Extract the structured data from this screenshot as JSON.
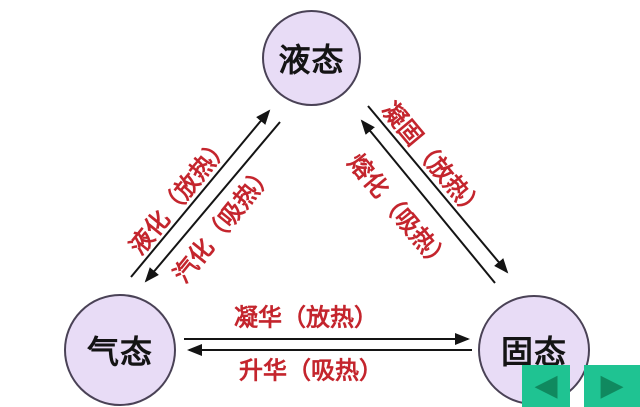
{
  "diagram": {
    "states": {
      "liquid": {
        "label": "液态"
      },
      "gas": {
        "label": "气态"
      },
      "solid": {
        "label": "固态"
      }
    },
    "transitions": {
      "liquefaction": {
        "label": "液化（放热）",
        "from": "gas",
        "to": "liquid"
      },
      "vaporization": {
        "label": "汽化（吸热）",
        "from": "liquid",
        "to": "gas"
      },
      "solidification": {
        "label": "凝固（放热）",
        "from": "liquid",
        "to": "solid"
      },
      "melting": {
        "label": "熔化（吸热）",
        "from": "solid",
        "to": "liquid"
      },
      "deposition": {
        "label": "凝华（放热）",
        "from": "gas",
        "to": "solid"
      },
      "sublimation": {
        "label": "升华（吸热）",
        "from": "solid",
        "to": "gas"
      }
    }
  },
  "nav": {
    "back_icon": "◀",
    "forward_icon": "▶"
  },
  "colors": {
    "background": "#ffffff",
    "circle_fill": "#e8dcf6",
    "circle_border": "#4a4256",
    "label_red": "#c4252d",
    "arrow_black": "#141414",
    "button_green": "#1fc392",
    "button_triangle_green": "#10895f"
  }
}
